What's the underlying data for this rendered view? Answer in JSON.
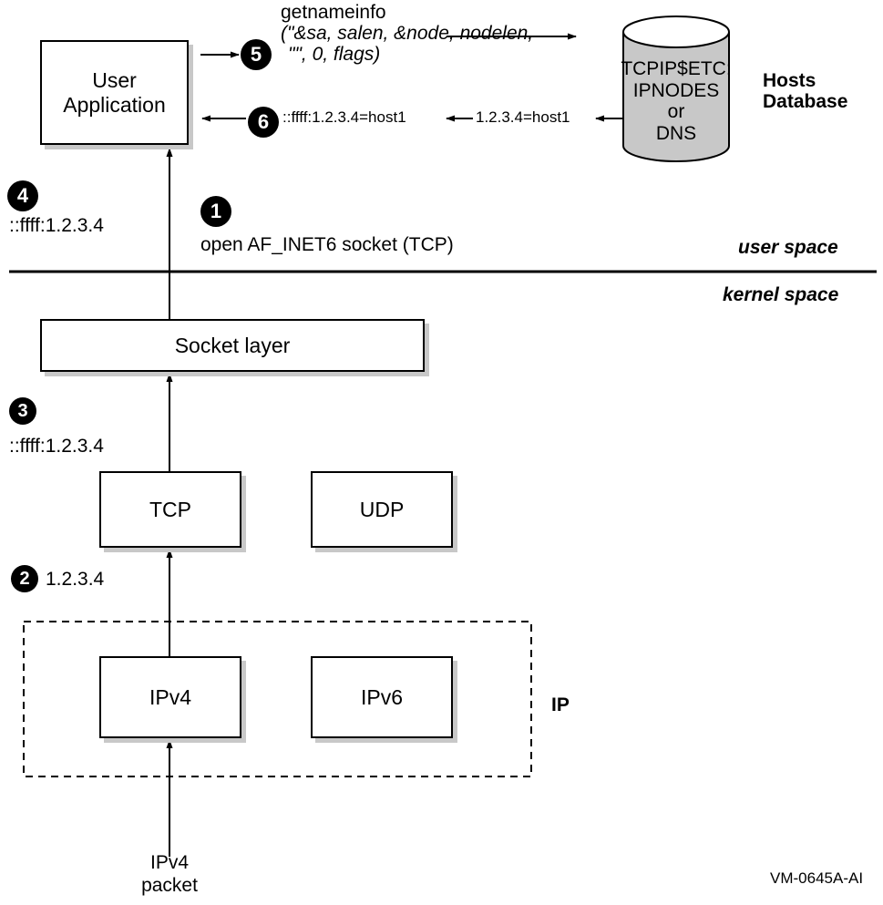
{
  "boxes": {
    "user_application": "User\nApplication",
    "socket_layer": "Socket layer",
    "tcp": "TCP",
    "udp": "UDP",
    "ipv4": "IPv4",
    "ipv6": "IPv6"
  },
  "steps": {
    "s1": {
      "number": "1",
      "text": "open AF_INET6 socket (TCP)"
    },
    "s2": {
      "number": "2",
      "text": "1.2.3.4"
    },
    "s3": {
      "number": "3",
      "text": "::ffff:1.2.3.4"
    },
    "s4": {
      "number": "4",
      "text": "::ffff:1.2.3.4"
    },
    "s5": {
      "number": "5",
      "function": "getnameinfo",
      "args_line1": "(\"&sa, salen, &node, nodelen,",
      "args_line2": "\"\", 0, flags)"
    },
    "s6": {
      "number": "6",
      "mapped": "::ffff:1.2.3.4=host1",
      "result": "1.2.3.4=host1"
    }
  },
  "database": {
    "contents": "TCPIP$ETC:\nIPNODES\nor\nDNS",
    "label": "Hosts\nDatabase"
  },
  "regions": {
    "user_space": "user space",
    "kernel_space": "kernel space",
    "ip_group": "IP"
  },
  "packet_label": "IPv4\npacket",
  "figure_id": "VM-0645A-AI",
  "colors": {
    "line": "#000000",
    "shadow": "#c8c8c8",
    "badge": "#000000"
  }
}
